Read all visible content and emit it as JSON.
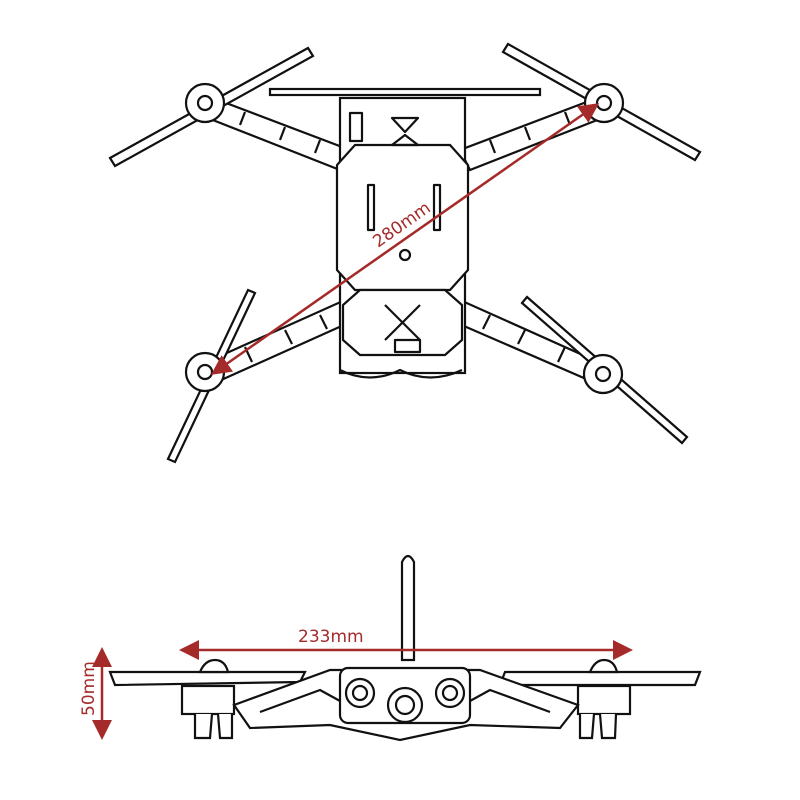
{
  "top_view": {
    "diagonal_label": "280mm"
  },
  "side_view": {
    "width_label": "233mm",
    "height_label": "50mm"
  },
  "colors": {
    "dimension": "#a52a2a",
    "line": "#111111"
  }
}
